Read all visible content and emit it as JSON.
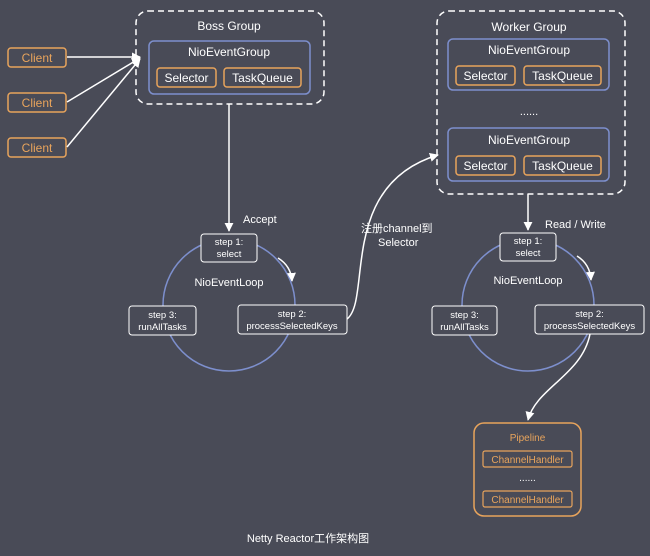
{
  "colors": {
    "background": "#494b57",
    "orange": "#e8a45c",
    "blue": "#7d8fcd",
    "white": "#ffffff"
  },
  "clients": [
    "Client",
    "Client",
    "Client"
  ],
  "boss_group": {
    "title": "Boss Group",
    "event_group": {
      "title": "NioEventGroup",
      "selector": "Selector",
      "task_queue": "TaskQueue"
    }
  },
  "worker_group": {
    "title": "Worker Group",
    "event_groups": [
      {
        "title": "NioEventGroup",
        "selector": "Selector",
        "task_queue": "TaskQueue"
      },
      {
        "title": "NioEventGroup",
        "selector": "Selector",
        "task_queue": "TaskQueue"
      }
    ],
    "ellipsis": "......"
  },
  "boss_loop": {
    "title": "NioEventLoop",
    "step1": [
      "step 1:",
      "select"
    ],
    "step2": [
      "step 2:",
      "processSelectedKeys"
    ],
    "step3": [
      "step 3:",
      "runAllTasks"
    ]
  },
  "worker_loop": {
    "title": "NioEventLoop",
    "step1": [
      "step 1:",
      "select"
    ],
    "step2": [
      "step 2:",
      "processSelectedKeys"
    ],
    "step3": [
      "step 3:",
      "runAllTasks"
    ]
  },
  "labels": {
    "accept": "Accept",
    "register": [
      "注册channel到",
      "Selector"
    ],
    "read_write": "Read / Write"
  },
  "pipeline": {
    "title": "Pipeline",
    "handlers": [
      "ChannelHandler",
      "ChannelHandler"
    ],
    "ellipsis": "......"
  },
  "caption": "Netty Reactor工作架构图"
}
